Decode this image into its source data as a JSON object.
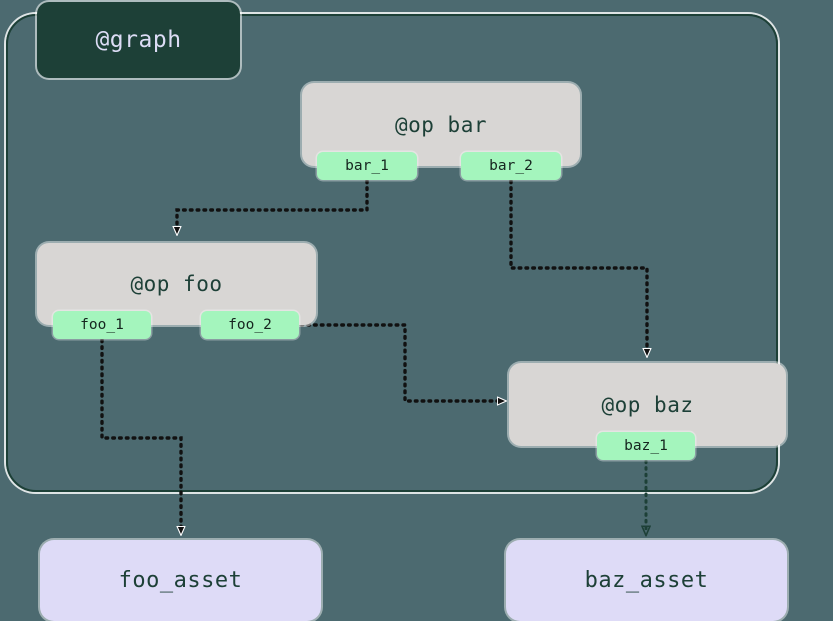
{
  "diagram": {
    "type": "dagster-op-graph",
    "background_color": "#4c6a70",
    "container": {
      "label": "@graph",
      "border_color": "#1d4037",
      "title_bg": "#1d4037",
      "title_color": "#dcdcf5"
    },
    "op_nodes": [
      {
        "id": "bar",
        "label": "@op bar",
        "bg": "#d8d6d4",
        "text_color": "#1d4037",
        "ports": [
          {
            "id": "bar_1",
            "label": "bar_1"
          },
          {
            "id": "bar_2",
            "label": "bar_2"
          }
        ]
      },
      {
        "id": "foo",
        "label": "@op foo",
        "bg": "#d8d6d4",
        "text_color": "#1d4037",
        "ports": [
          {
            "id": "foo_1",
            "label": "foo_1"
          },
          {
            "id": "foo_2",
            "label": "foo_2"
          }
        ]
      },
      {
        "id": "baz",
        "label": "@op baz",
        "bg": "#d8d6d4",
        "text_color": "#1d4037",
        "ports": [
          {
            "id": "baz_1",
            "label": "baz_1"
          }
        ]
      }
    ],
    "asset_nodes": [
      {
        "id": "foo_asset",
        "label": "foo_asset",
        "bg": "#dedbf7",
        "text_color": "#1d4037"
      },
      {
        "id": "baz_asset",
        "label": "baz_asset",
        "bg": "#dedbf7",
        "text_color": "#1d4037"
      }
    ],
    "edges": [
      {
        "from": "bar_1",
        "to": "foo",
        "style": "dotted",
        "color": "#111111",
        "arrowhead": "solid"
      },
      {
        "from": "bar_2",
        "to": "baz",
        "style": "dotted",
        "color": "#111111",
        "arrowhead": "solid"
      },
      {
        "from": "foo_2",
        "to": "baz",
        "style": "dotted",
        "color": "#111111",
        "arrowhead": "solid"
      },
      {
        "from": "foo_1",
        "to": "foo_asset",
        "style": "dotted",
        "color": "#111111",
        "arrowhead": "solid"
      },
      {
        "from": "baz_1",
        "to": "baz_asset",
        "style": "dotted",
        "color": "#1d4037",
        "arrowhead": "hollow"
      }
    ]
  }
}
